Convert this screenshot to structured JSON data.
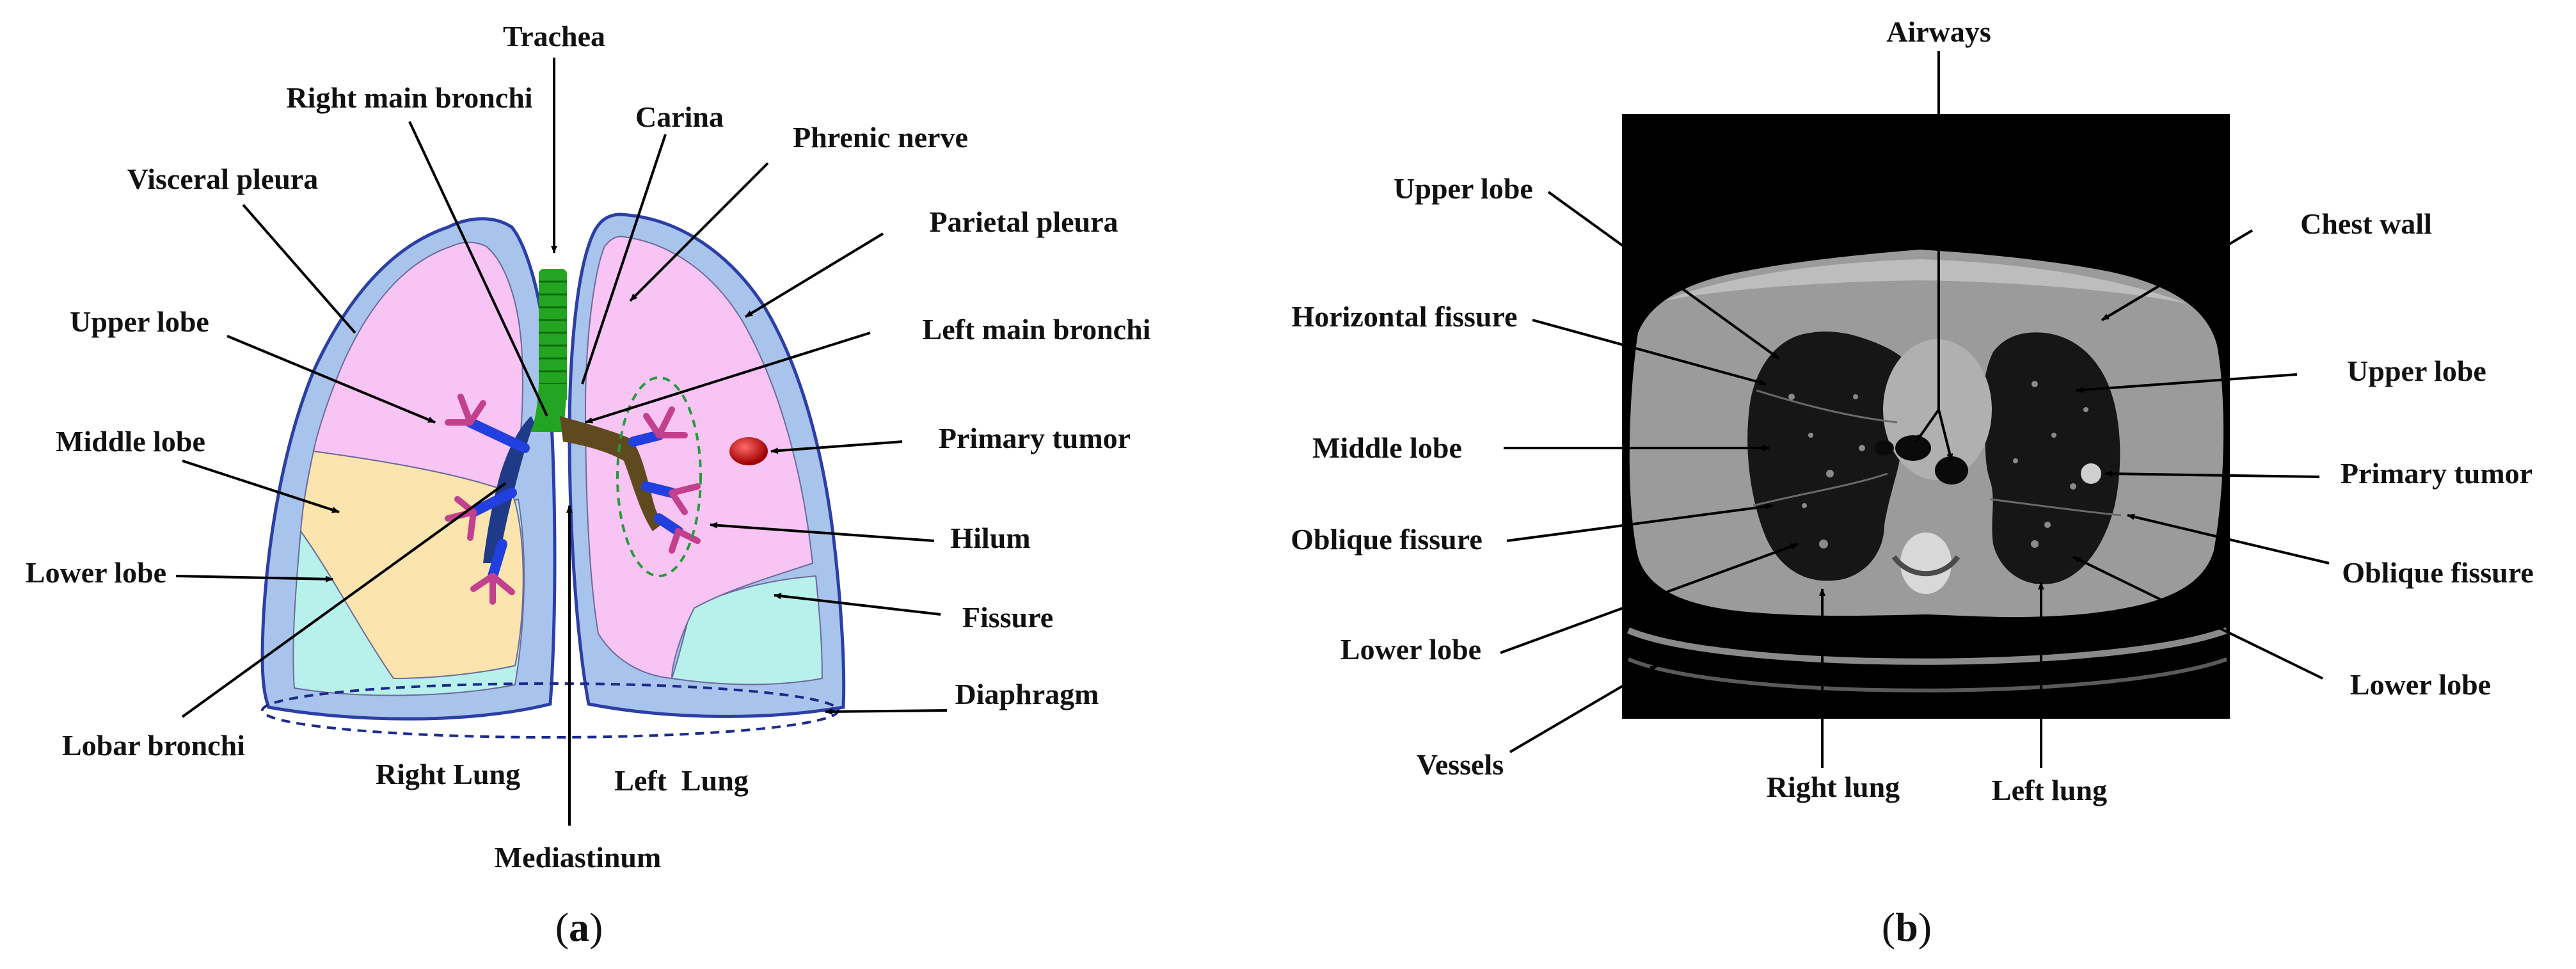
{
  "panel_a": {
    "caption_open": "(",
    "caption_letter": "a",
    "caption_close": ")",
    "labels": {
      "trachea": "Trachea",
      "right_main_bronchi": "Right main bronchi",
      "carina": "Carina",
      "phrenic_nerve": "Phrenic nerve",
      "visceral_pleura": "Visceral pleura",
      "parietal_pleura": "Parietal pleura",
      "upper_lobe": "Upper lobe",
      "left_main_bronchi": "Left main bronchi",
      "middle_lobe": "Middle lobe",
      "primary_tumor": "Primary tumor",
      "hilum": "Hilum",
      "lower_lobe": "Lower lobe",
      "fissure": "Fissure",
      "diaphragm": "Diaphragm",
      "lobar_bronchi": "Lobar bronchi",
      "right_lung": "Right Lung",
      "left_lung": "Left  Lung",
      "mediastinum": "Mediastinum"
    },
    "colors": {
      "pleura": "#a9c4ec",
      "pleura_edge": "#2c3fa6",
      "upper_lobe": "#f7c4f4",
      "middle_lobe": "#fbe4ad",
      "lower_lobe": "#b8f0ec",
      "trachea": "#23a523",
      "right_bronchus": "#1f3b87",
      "left_bronchus": "#5f4a1f",
      "lobar_bronchi": "#2240e0",
      "branches": "#c2408e",
      "tumor": "#cc0000",
      "hilum_outline": "#2a9a3c"
    }
  },
  "panel_b": {
    "caption_open": "(",
    "caption_letter": "b",
    "caption_close": ")",
    "labels": {
      "airways": "Airways",
      "upper_lobe_r": "Upper lobe",
      "chest_wall": "Chest wall",
      "horizontal_fissure": "Horizontal fissure",
      "upper_lobe_l": "Upper lobe",
      "middle_lobe": "Middle lobe",
      "primary_tumor": "Primary tumor",
      "oblique_fissure_r": "Oblique fissure",
      "oblique_fissure_l": "Oblique fissure",
      "lower_lobe_r": "Lower lobe",
      "lower_lobe_l": "Lower lobe",
      "vessels": "Vessels",
      "right_lung": "Right lung",
      "left_lung": "Left lung"
    },
    "colors": {
      "background": "#000000",
      "body": "#9b9b9b",
      "lung": "#161616",
      "bone": "#d8d8d8"
    }
  }
}
